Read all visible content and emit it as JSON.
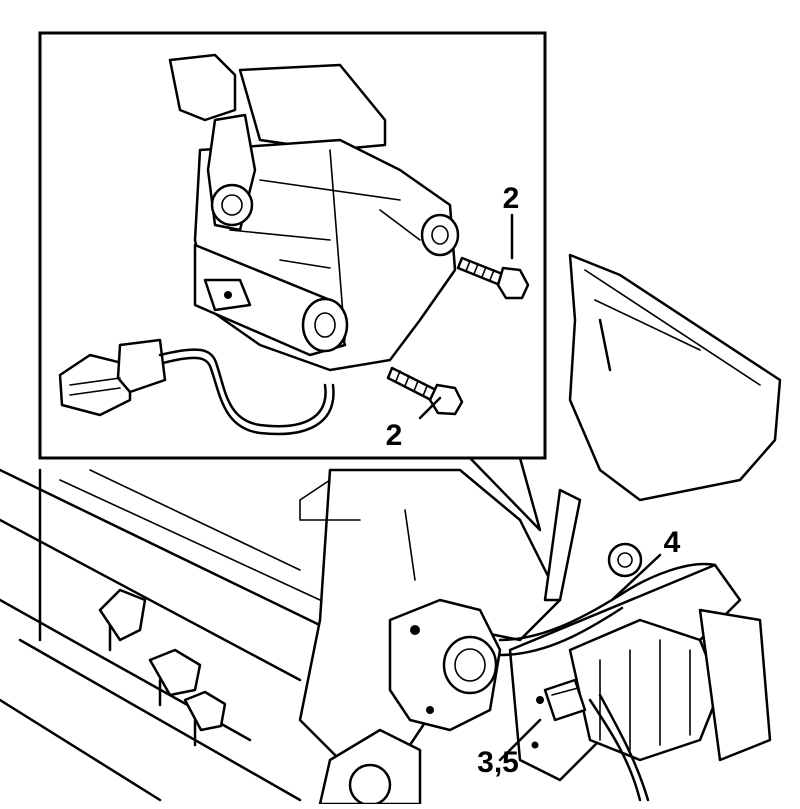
{
  "diagram": {
    "callouts": {
      "bolt_top": "2",
      "bolt_bottom": "2",
      "connector": "4",
      "bracket": "3,5"
    }
  }
}
